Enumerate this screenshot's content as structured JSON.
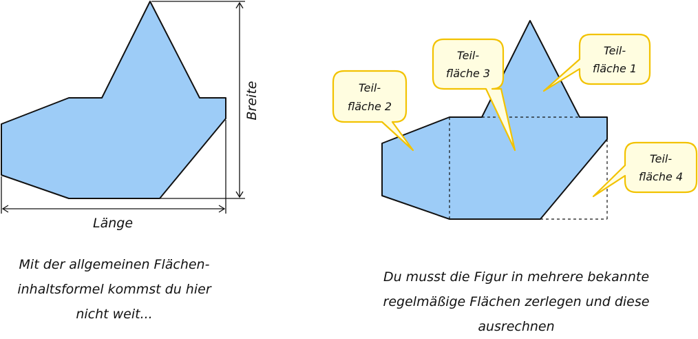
{
  "left": {
    "width_label": "Länge",
    "height_label": "Breite",
    "caption_lines": [
      "Mit der allgemeinen Flächen-",
      "inhaltsformel kommst du hier",
      "nicht weit..."
    ]
  },
  "right": {
    "bubbles": [
      {
        "line1": "Teil-",
        "line2": "fläche 1"
      },
      {
        "line1": "Teil-",
        "line2": "fläche 2"
      },
      {
        "line1": "Teil-",
        "line2": "fläche 3"
      },
      {
        "line1": "Teil-",
        "line2": "fläche 4"
      }
    ],
    "caption_lines": [
      "Du musst die Figur in mehrere bekannte",
      "regelmäßige Flächen zerlegen und diese",
      "ausrechnen"
    ]
  },
  "colors": {
    "shape_fill": "#9dccf7",
    "bubble_fill": "#fffde0",
    "bubble_stroke": "#f2c200",
    "outline": "#111111"
  }
}
